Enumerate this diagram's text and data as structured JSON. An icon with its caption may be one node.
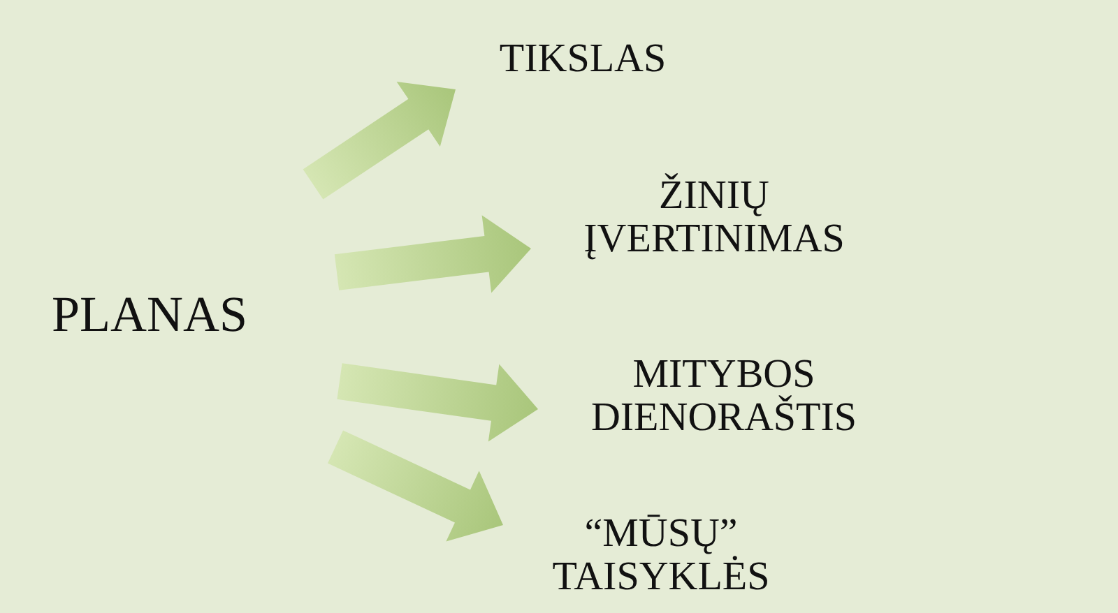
{
  "diagram": {
    "nodes": [
      {
        "text": [
          "PLANAS"
        ]
      },
      {
        "text": [
          "TIKSLAS"
        ]
      },
      {
        "text": [
          "ŽINIŲ",
          "ĮVERTINIMAS"
        ]
      },
      {
        "text": [
          "MITYBOS",
          "DIENORAŠTIS"
        ]
      },
      {
        "text": [
          "“MŪSŲ”",
          "TAISYKLĖS"
        ]
      }
    ],
    "edges": [
      {
        "from": 0,
        "to": 1,
        "arrow": "to"
      },
      {
        "from": 0,
        "to": 2,
        "arrow": "to"
      },
      {
        "from": 0,
        "to": 3,
        "arrow": "to"
      },
      {
        "from": 0,
        "to": 4,
        "arrow": "to"
      }
    ]
  }
}
